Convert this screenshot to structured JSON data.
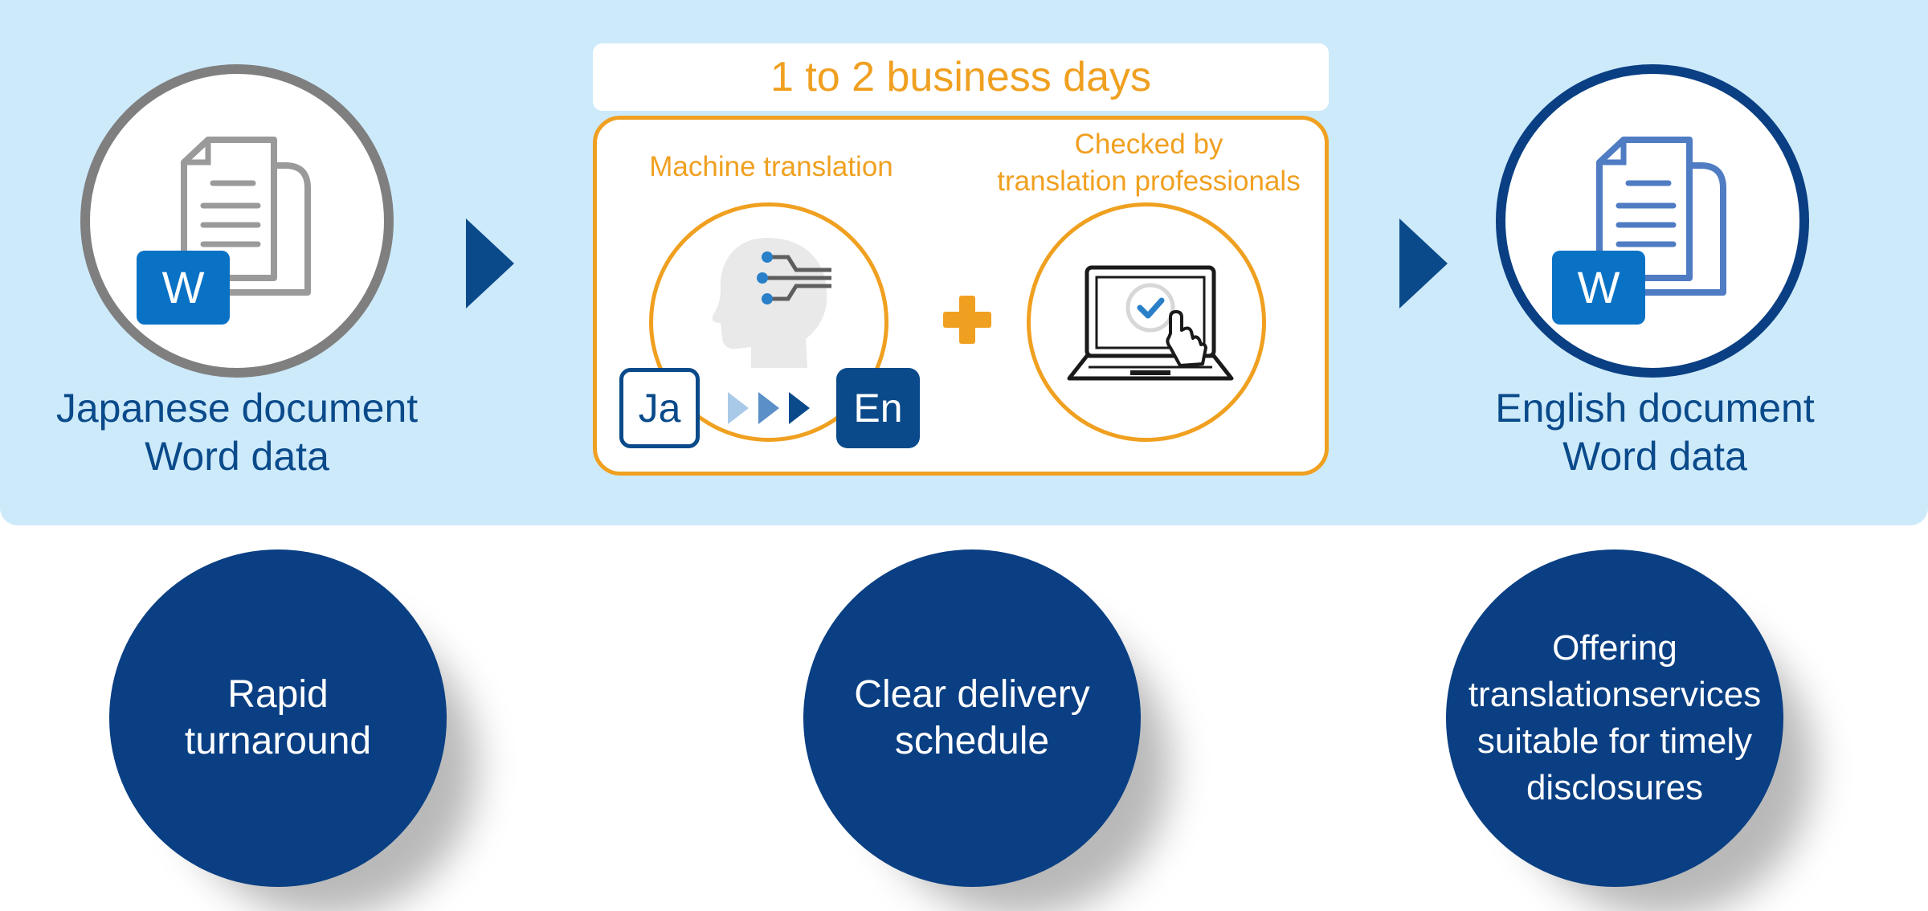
{
  "left_doc": {
    "label_line1": "Japanese document",
    "label_line2": "Word data",
    "badge": "W"
  },
  "right_doc": {
    "label_line1": "English document",
    "label_line2": "Word data",
    "badge": "W"
  },
  "process": {
    "duration": "1 to 2 business days",
    "step1_label": "Machine translation",
    "step2_label_line1": "Checked by",
    "step2_label_line2": "translation professionals",
    "source_lang": "Ja",
    "target_lang": "En"
  },
  "benefits": [
    {
      "line1": "Rapid",
      "line2": "turnaround"
    },
    {
      "line1": "Clear delivery",
      "line2": "schedule"
    },
    {
      "line1": "Offering",
      "line2": "translationservices",
      "line3": "suitable for timely",
      "line4": "disclosures"
    }
  ],
  "colors": {
    "navy": "#0a3f83",
    "orange": "#f0a020",
    "light_blue": "#cdeafb",
    "word_blue": "#0a72c5",
    "gray": "#7f7f7f"
  },
  "icons": [
    "document-icon",
    "word-icon",
    "arrow-right-icon",
    "brain-ai-icon",
    "plus-icon",
    "laptop-check-icon"
  ]
}
